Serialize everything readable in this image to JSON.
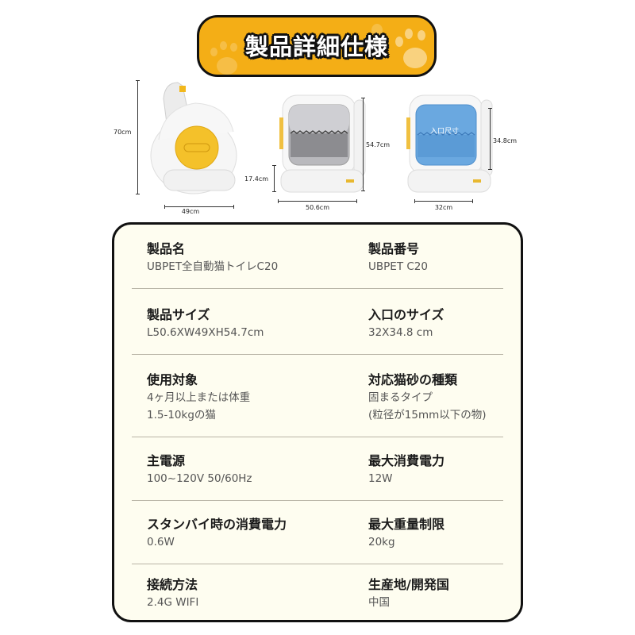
{
  "banner": {
    "title": "製品詳細仕様",
    "background_color": "#f4ae16",
    "decorations": [
      "paw-print-icon",
      "paw-print-icon"
    ]
  },
  "dimension_figures": [
    {
      "view": "side-open-lid",
      "height_label": "70cm",
      "width_label": "49cm"
    },
    {
      "view": "front",
      "height_label": "54.7cm",
      "base_label": "17.4cm",
      "width_label": "50.6cm"
    },
    {
      "view": "entrance",
      "entrance_label": "入口尺寸",
      "height_label": "34.8cm",
      "width_label": "32cm"
    }
  ],
  "specs": {
    "rows": [
      {
        "left": {
          "label": "製品名",
          "value": [
            "UBPET全自動猫トイレC20"
          ]
        },
        "right": {
          "label": "製品番号",
          "value": [
            "UBPET C20"
          ]
        }
      },
      {
        "left": {
          "label": "製品サイズ",
          "value": [
            "L50.6XW49XH54.7cm"
          ]
        },
        "right": {
          "label": "入口のサイズ",
          "value": [
            "32X34.8 cm"
          ]
        }
      },
      {
        "left": {
          "label": "使用対象",
          "value": [
            "4ヶ月以上または体重",
            "1.5-10kgの猫"
          ]
        },
        "right": {
          "label": "対応猫砂の種類",
          "value": [
            "固まるタイプ",
            "(粒径が15mm以下の物)"
          ]
        }
      },
      {
        "left": {
          "label": "主電源",
          "value": [
            "100~120V 50/60Hz"
          ]
        },
        "right": {
          "label": "最大消費電力",
          "value": [
            "12W"
          ]
        }
      },
      {
        "left": {
          "label": "スタンバイ時の消費電力",
          "value": [
            "0.6W"
          ]
        },
        "right": {
          "label": "最大重量制限",
          "value": [
            "20kg"
          ]
        }
      },
      {
        "left": {
          "label": "接続方法",
          "value": [
            "2.4G WIFI"
          ]
        },
        "right": {
          "label": "生産地/開発国",
          "value": [
            "中国"
          ]
        }
      }
    ]
  }
}
